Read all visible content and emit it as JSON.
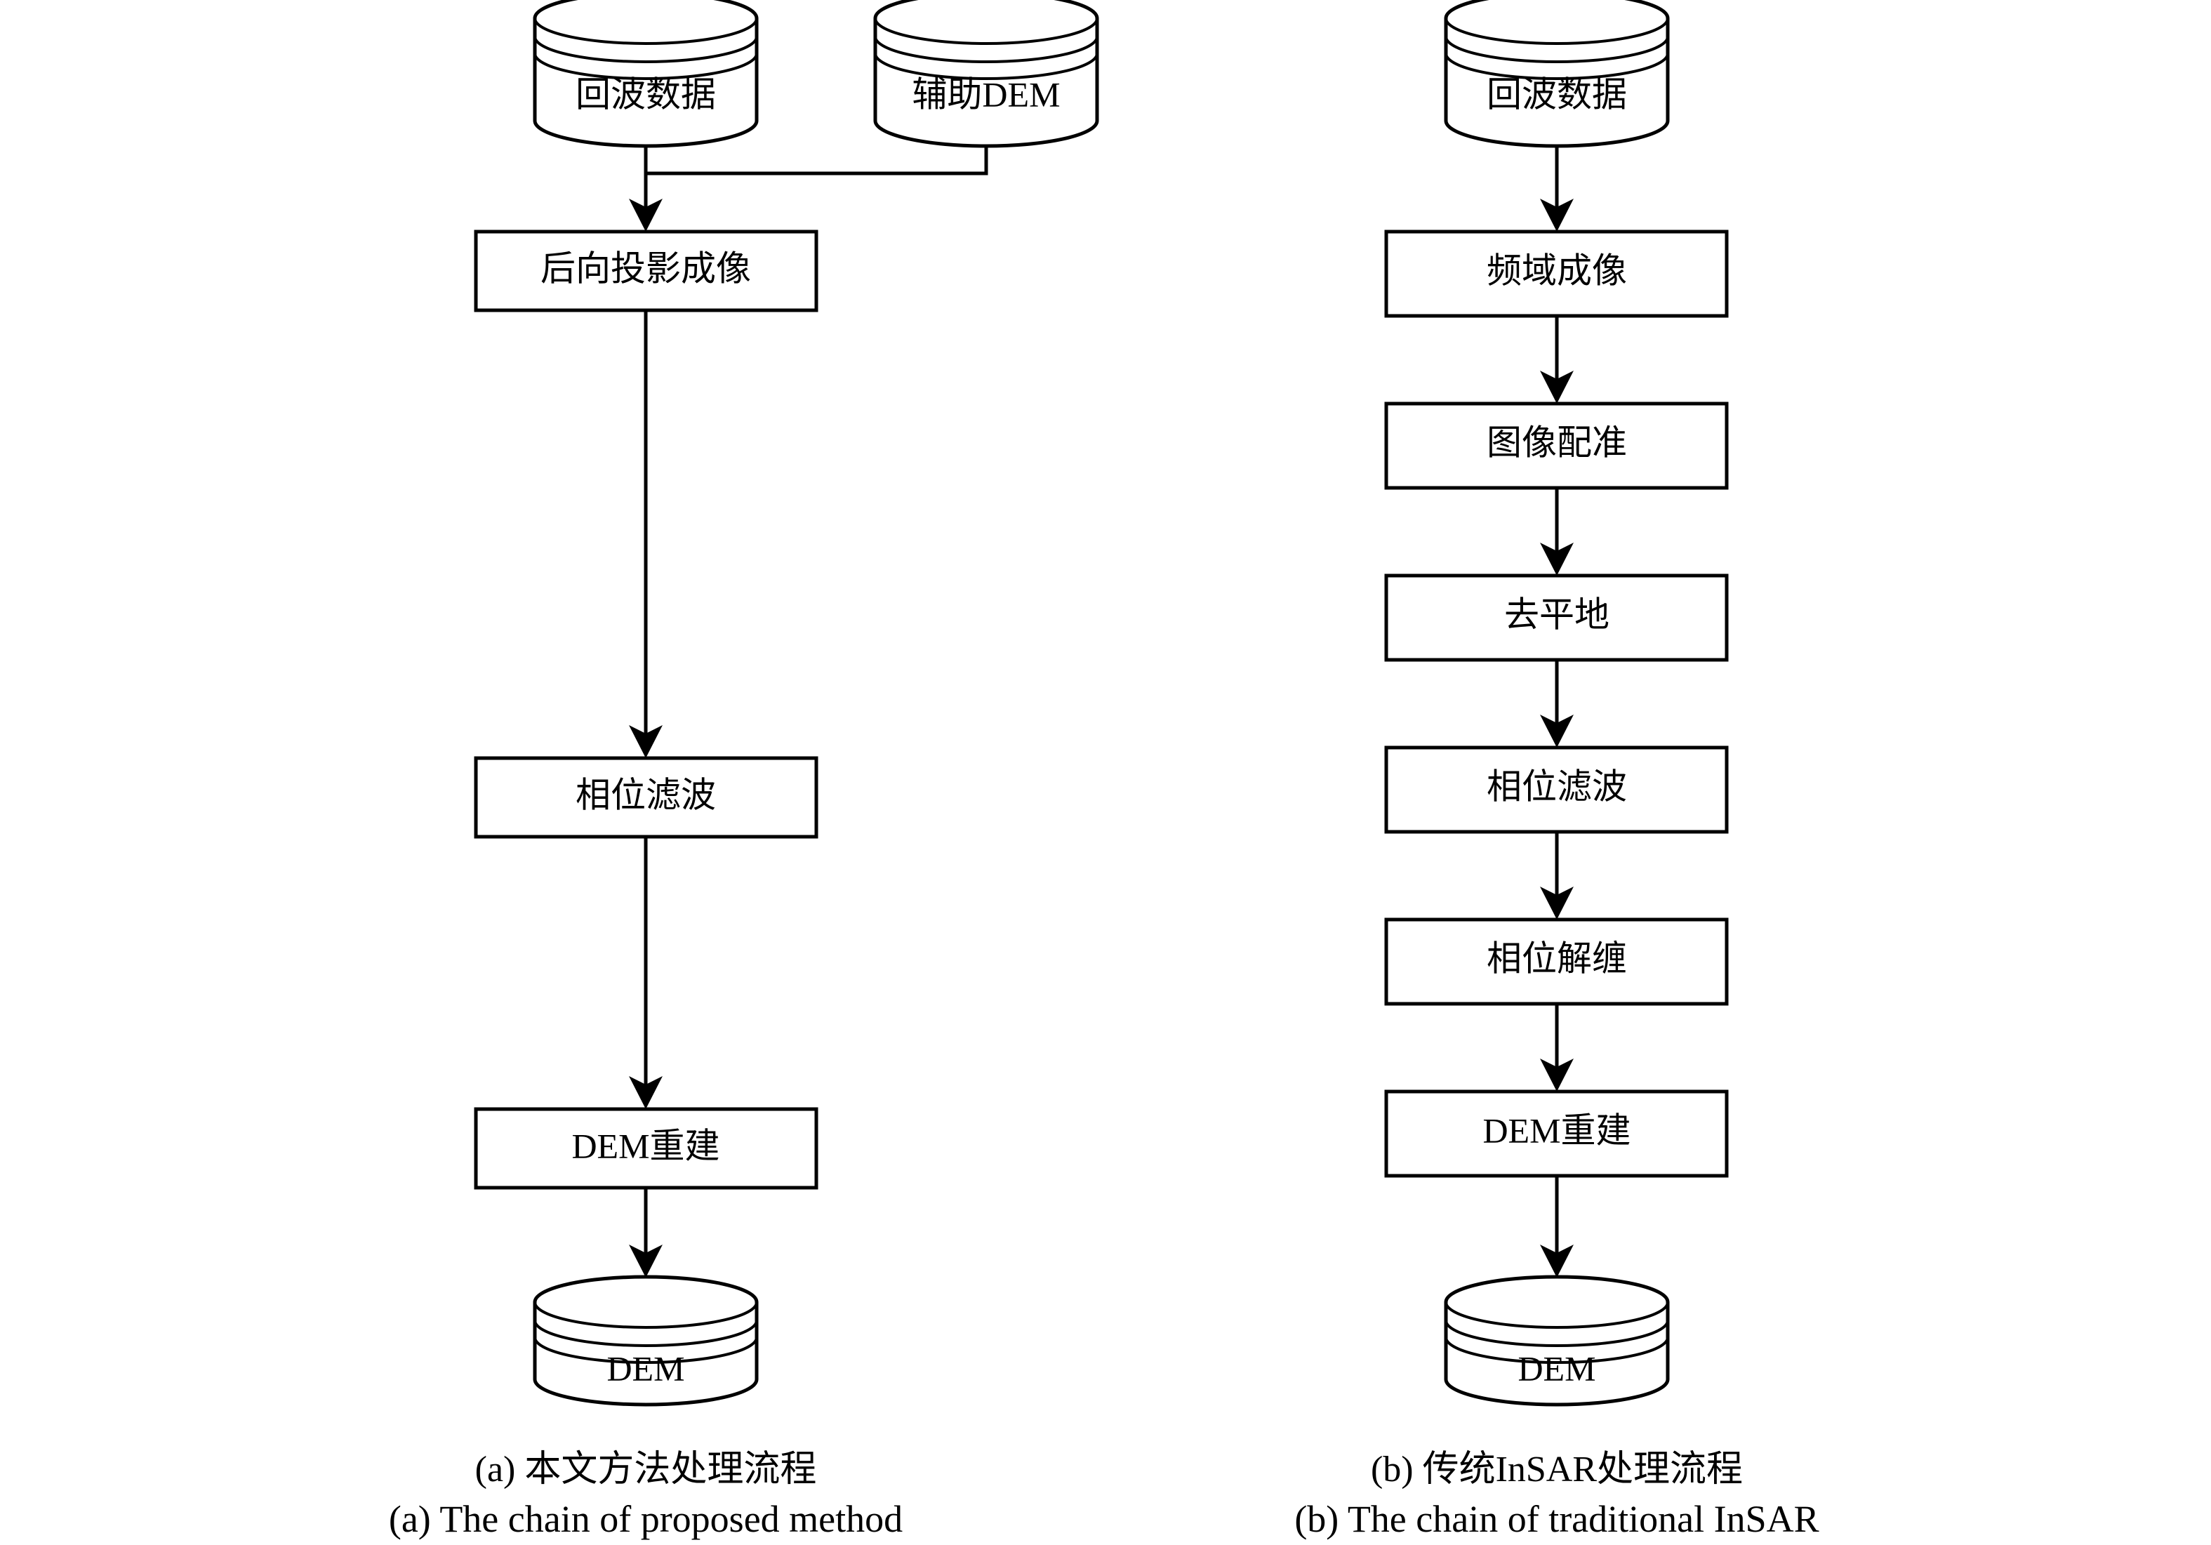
{
  "figure": {
    "type": "flowchart",
    "background": "#ffffff",
    "line_color": "#000000",
    "panels": [
      {
        "id": "a",
        "caption_cn": "(a) 本文方法处理流程",
        "caption_en": "(a) The chain of proposed method",
        "inputs": [
          {
            "id": "a-in-echo",
            "label": "回波数据",
            "shape": "cylinder"
          },
          {
            "id": "a-in-dem",
            "label": "辅助DEM",
            "shape": "cylinder"
          }
        ],
        "steps": [
          {
            "id": "a-step-1",
            "label": "后向投影成像",
            "shape": "process"
          },
          {
            "id": "a-step-2",
            "label": "相位滤波",
            "shape": "process"
          },
          {
            "id": "a-step-3",
            "label": "DEM重建",
            "shape": "process"
          }
        ],
        "output": {
          "id": "a-out-dem",
          "label": "DEM",
          "shape": "cylinder"
        }
      },
      {
        "id": "b",
        "caption_cn": "(b) 传统InSAR处理流程",
        "caption_en": "(b) The chain of traditional InSAR",
        "inputs": [
          {
            "id": "b-in-echo",
            "label": "回波数据",
            "shape": "cylinder"
          }
        ],
        "steps": [
          {
            "id": "b-step-1",
            "label": "频域成像",
            "shape": "process"
          },
          {
            "id": "b-step-2",
            "label": "图像配准",
            "shape": "process"
          },
          {
            "id": "b-step-3",
            "label": "去平地",
            "shape": "process"
          },
          {
            "id": "b-step-4",
            "label": "相位滤波",
            "shape": "process"
          },
          {
            "id": "b-step-5",
            "label": "相位解缠",
            "shape": "process"
          },
          {
            "id": "b-step-6",
            "label": "DEM重建",
            "shape": "process"
          }
        ],
        "output": {
          "id": "b-out-dem",
          "label": "DEM",
          "shape": "cylinder"
        }
      }
    ]
  }
}
